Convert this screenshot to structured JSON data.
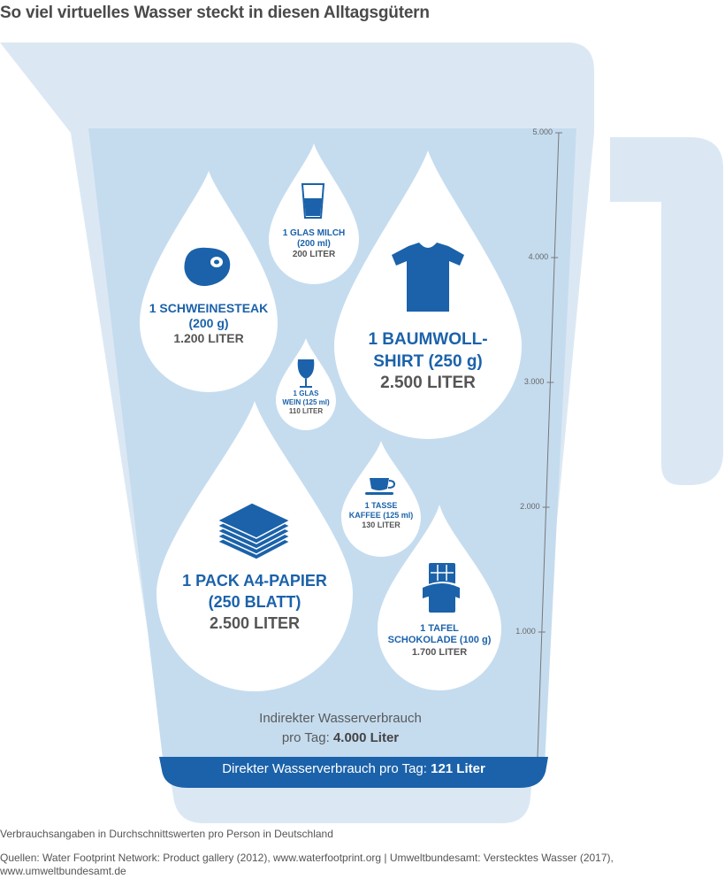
{
  "title": "So viel virtuelles Wasser steckt in diesen Alltagsgütern",
  "chart_data": {
    "type": "other",
    "y_axis": {
      "ticks": [
        "1.000",
        "2.000",
        "3.000",
        "4.000",
        "5.000"
      ],
      "tick_values": [
        1000,
        2000,
        3000,
        4000,
        5000
      ],
      "ylim": [
        0,
        5000
      ]
    },
    "items": [
      {
        "name_lines": [
          "1 SCHWEINESTEAK",
          "(200 g)"
        ],
        "value_label": "1.200 LITER",
        "value": 1200,
        "icon": "steak-icon"
      },
      {
        "name_lines": [
          "1 GLAS MILCH",
          "(200 ml)"
        ],
        "value_label": "200 LITER",
        "value": 200,
        "icon": "milk-glass-icon"
      },
      {
        "name_lines": [
          "1 BAUMWOLL-",
          "SHIRT (250 g)"
        ],
        "value_label": "2.500 LITER",
        "value": 2500,
        "icon": "tshirt-icon"
      },
      {
        "name_lines": [
          "1 GLAS",
          "WEIN (125 ml)"
        ],
        "value_label": "110 LITER",
        "value": 110,
        "icon": "wine-glass-icon"
      },
      {
        "name_lines": [
          "1 TASSE",
          "KAFFEE (125 ml)"
        ],
        "value_label": "130 LITER",
        "value": 130,
        "icon": "coffee-cup-icon"
      },
      {
        "name_lines": [
          "1 PACK A4-PAPIER",
          "(250 BLATT)"
        ],
        "value_label": "2.500 LITER",
        "value": 2500,
        "icon": "paper-stack-icon"
      },
      {
        "name_lines": [
          "1 TAFEL",
          "SCHOKOLADE (100 g)"
        ],
        "value_label": "1.700 LITER",
        "value": 1700,
        "icon": "chocolate-icon"
      }
    ],
    "indirect": {
      "line1": "Indirekter Wasserverbrauch",
      "line2_prefix": "pro Tag: ",
      "line2_value": "4.000 Liter",
      "value": 4000
    },
    "direct": {
      "prefix": "Direkter Wasserverbrauch pro Tag: ",
      "value_text": "121 Liter",
      "value": 121
    }
  },
  "colors": {
    "jug": "#dbe8f4",
    "water": "#c5dcef",
    "drop": "#ffffff",
    "accent": "#1b62aa"
  },
  "footnote": "Verbrauchsangaben in Durchschnittswerten pro Person in Deutschland",
  "sources_line1": "Quellen: Water Footprint Network: Product gallery (2012), www.waterfootprint.org | Umweltbundesamt: Verstecktes Wasser (2017),",
  "sources_line2": "www.umweltbundesamt.de"
}
